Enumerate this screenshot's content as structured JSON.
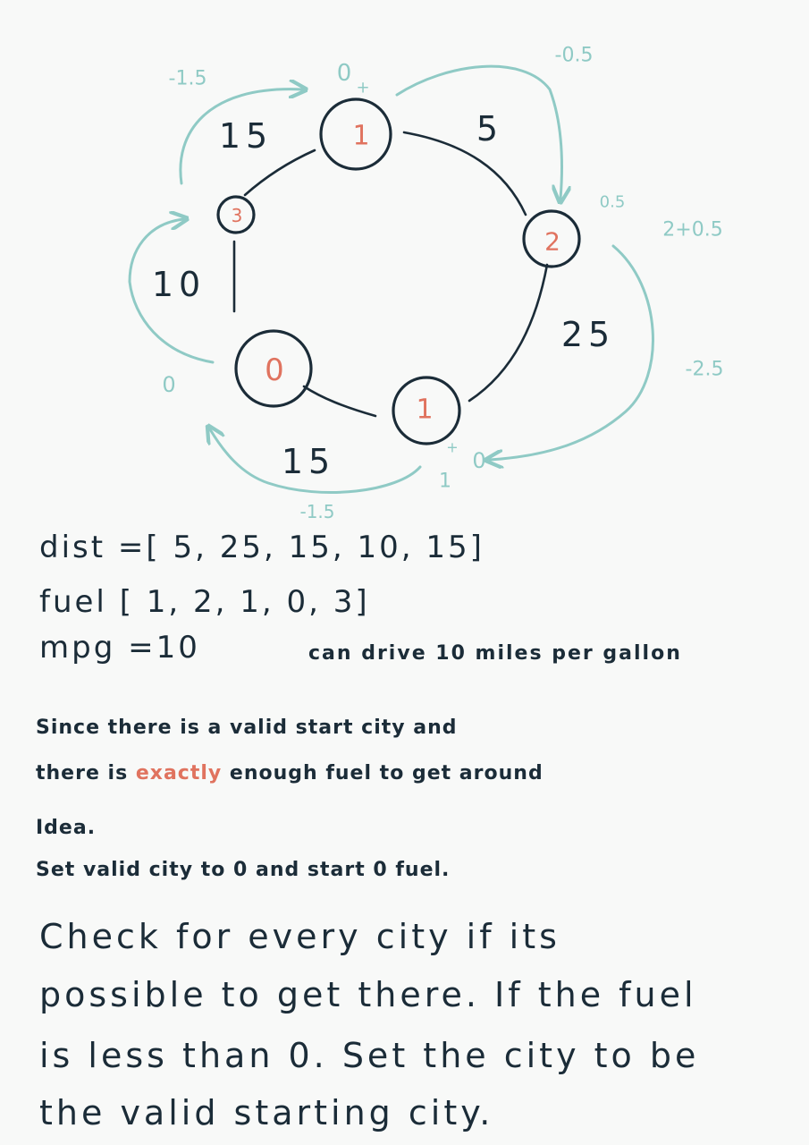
{
  "diagram": {
    "nodes": [
      {
        "id": "top",
        "label": "1"
      },
      {
        "id": "right",
        "label": "2"
      },
      {
        "id": "bottom-right",
        "label": "1"
      },
      {
        "id": "bottom-left",
        "label": "0"
      },
      {
        "id": "left",
        "label": "3"
      }
    ],
    "edges": [
      {
        "from": "top",
        "to": "right",
        "label": "5"
      },
      {
        "from": "right",
        "to": "bottom-right",
        "label": "25"
      },
      {
        "from": "bottom-right",
        "to": "bottom-left",
        "label": "15"
      },
      {
        "from": "bottom-left",
        "to": "left",
        "label": "10"
      },
      {
        "from": "left",
        "to": "top",
        "label": "15"
      }
    ],
    "annotations": {
      "top_left_delta": "-1.5",
      "top_start": "0",
      "top_plus": "+",
      "top_right_delta": "-0.5",
      "right_arrive": "0.5",
      "right_sum": "2+0.5",
      "right_delta": "-2.5",
      "bottom_right_arrive": "0",
      "bottom_right_plus": "+",
      "bottom_right_one": "1",
      "bottom_delta": "-1.5",
      "left_start": "0"
    },
    "colors": {
      "ink": "#1b2c38",
      "node_label": "#e0735f",
      "arrows": "#8fcac5"
    }
  },
  "lines": {
    "dist": "dist =[ 5, 25, 15, 10, 15]",
    "fuel": "fuel [ 1, 2, 1, 0, 3]",
    "mpg": "mpg =10",
    "mpg_note": "can drive 10 miles per gallon",
    "since_pre": "Since there is a valid start city and",
    "there_pre": "there is ",
    "there_accent": "exactly",
    "there_post": " enough fuel to get around",
    "idea": "Idea.",
    "set_valid": "Set valid city to 0 and start 0 fuel.",
    "check1": "Check for every city if its",
    "check2": "possible to get there. If the fuel",
    "check3": "is less than 0. Set the city to be",
    "check4": "the valid starting city."
  }
}
